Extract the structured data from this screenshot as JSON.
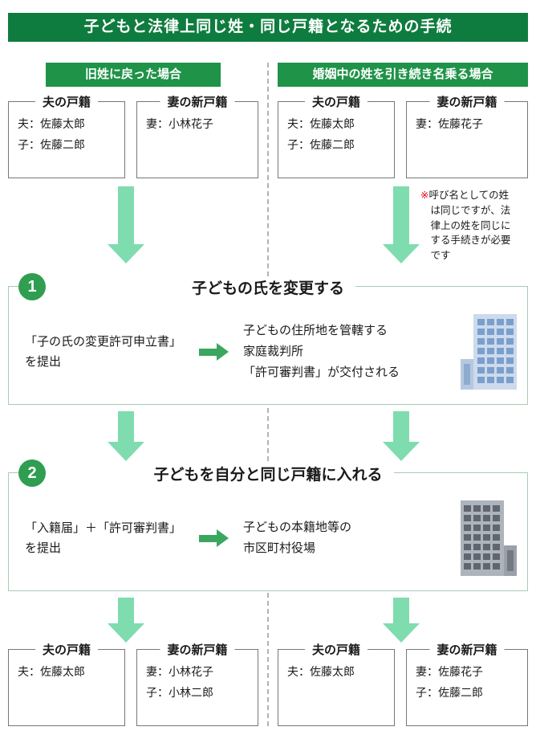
{
  "title": "子どもと法律上同じ姓・同じ戸籍となるための手続",
  "left": {
    "header": "旧姓に戻った場合",
    "top": [
      {
        "title": "夫の戸籍",
        "lines": "夫：佐藤太郎\n子：佐藤二郎"
      },
      {
        "title": "妻の新戸籍",
        "lines": "妻：小林花子"
      }
    ],
    "bottom": [
      {
        "title": "夫の戸籍",
        "lines": "夫：佐藤太郎"
      },
      {
        "title": "妻の新戸籍",
        "lines": "妻：小林花子\n子：小林二郎"
      }
    ]
  },
  "right": {
    "header": "婚姻中の姓を引き続き名乗る場合",
    "top": [
      {
        "title": "夫の戸籍",
        "lines": "夫：佐藤太郎\n子：佐藤二郎"
      },
      {
        "title": "妻の新戸籍",
        "lines": "妻：佐藤花子"
      }
    ],
    "note_marker": "※",
    "note_text": "呼び名としての姓\nは同じですが、法\n律上の姓を同じに\nする手続きが必要\nです",
    "bottom": [
      {
        "title": "夫の戸籍",
        "lines": "夫：佐藤太郎"
      },
      {
        "title": "妻の新戸籍",
        "lines": "妻：佐藤花子\n子：佐藤二郎"
      }
    ]
  },
  "steps": [
    {
      "number": "1",
      "title": "子どもの氏を変更する",
      "left_text": "「子の氏の変更許可申立書」\nを提出",
      "right_text": "子どもの住所地を管轄する\n家庭裁判所\n「許可審判書」が交付される",
      "icon": "office-building-icon"
    },
    {
      "number": "2",
      "title": "子どもを自分と同じ戸籍に入れる",
      "left_text": "「入籍届」＋「許可審判書」\nを提出",
      "right_text": "子どもの本籍地等の\n市区町村役場",
      "icon": "government-building-icon"
    }
  ],
  "colors": {
    "title_bg": "#0e7c3e",
    "case_header_bg": "#1f9348",
    "down_arrow": "#7fdcae",
    "right_arrow": "#3aa660",
    "step_circle": "#2f9e51",
    "note_marker": "#e60012"
  }
}
